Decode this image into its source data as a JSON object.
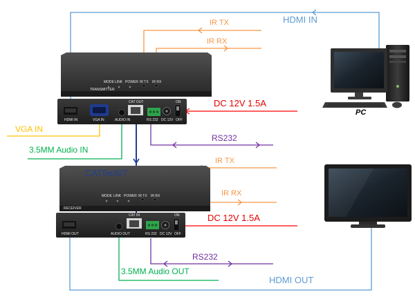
{
  "labels": {
    "hdmi_in": "HDMI   IN",
    "ir_tx_top": "IR TX",
    "ir_rx_top": "IR RX",
    "dc_top": "DC  12V  1.5A",
    "vga_in": "VGA  IN",
    "audio_in": "3.5MM Audio IN",
    "rs232_top": "RS232",
    "cat": "CAT5e/6/7",
    "ir_tx_bot": "IR TX",
    "ir_rx_bot": "IR RX",
    "dc_bot": "DC  12V  1.5A",
    "rs232_bot": "RS232",
    "audio_out": "3.5MM Audio OUT",
    "hdmi_out": "HDMI   OUT",
    "pc": "PC"
  },
  "transmitter": {
    "name": "TRANSMITTER",
    "leds": [
      "MODE",
      "LINK",
      "POWER",
      "IR TX",
      "IR RX"
    ],
    "ports": [
      "HDMI IN",
      "VGA IN",
      "AUDIO IN",
      "CAT OUT",
      "RS 232",
      "DC 12V",
      "ON",
      "OFF"
    ]
  },
  "receiver": {
    "name": "RECEIVER",
    "leds": [
      "MODE",
      "LINK",
      "POWER",
      "IR TX",
      "IR RX"
    ],
    "ports": [
      "HDMI OUT",
      "AUDIO OUT",
      "CAT IN",
      "RS 232",
      "DC 12V",
      "ON",
      "OFF"
    ]
  },
  "colors": {
    "hdmi": "#5b9bd5",
    "ir": "#f79646",
    "dc": "#ff0000",
    "vga": "#ffc000",
    "audio": "#00b050",
    "rs232": "#7030a0",
    "cat": "#1f3f8f",
    "device": "#2b2b2b"
  }
}
